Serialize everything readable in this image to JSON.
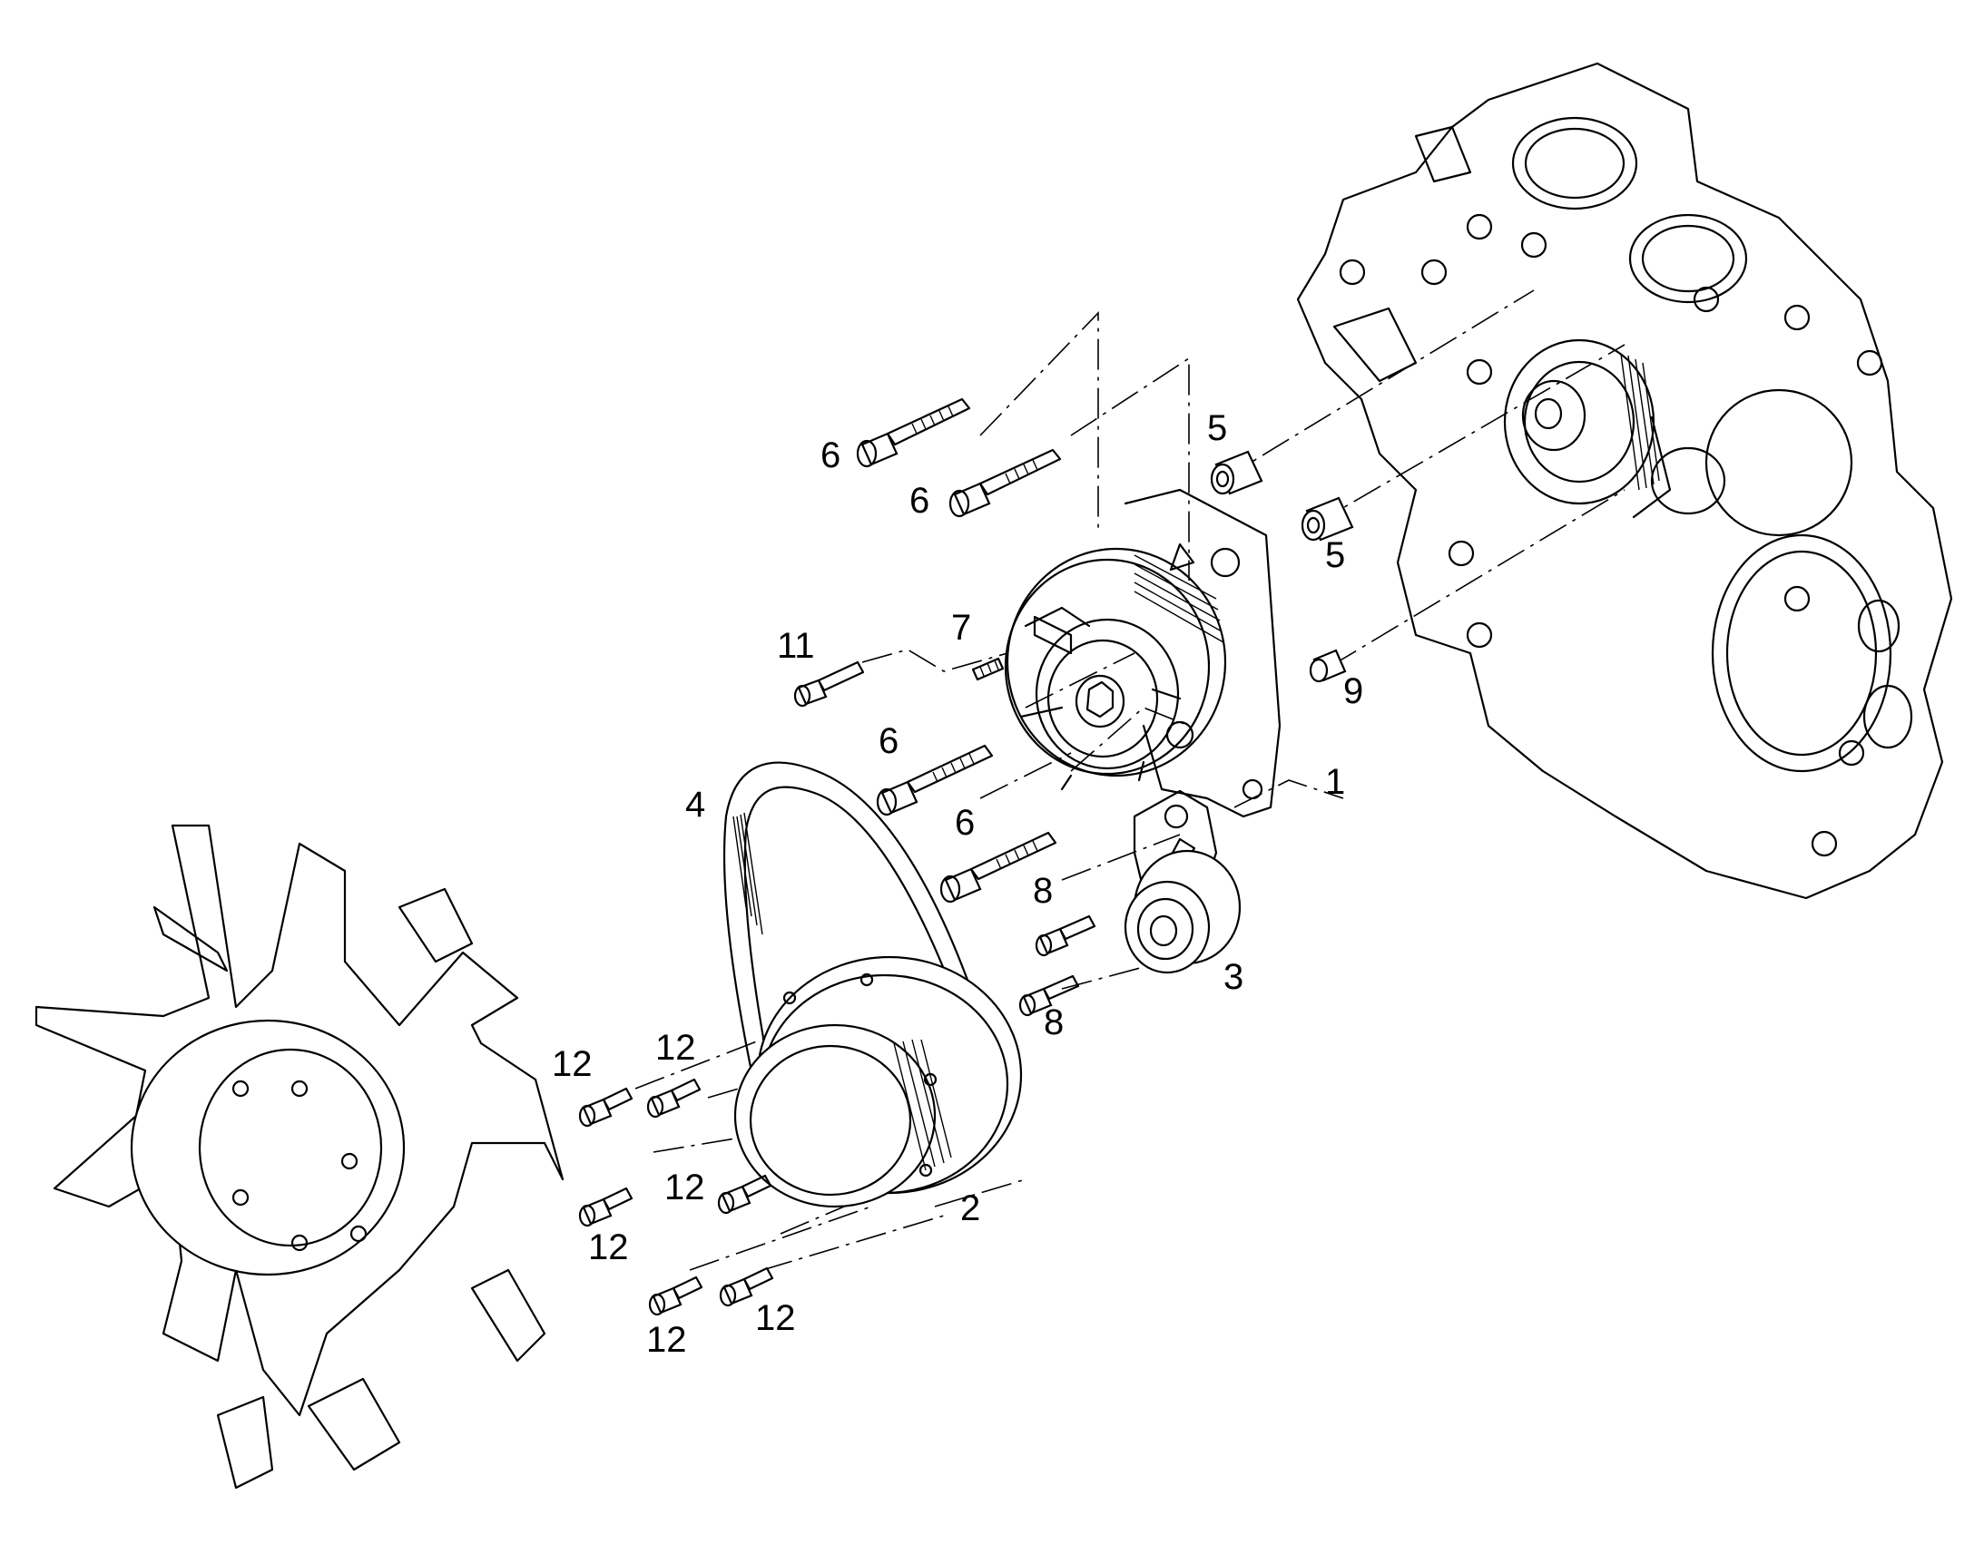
{
  "diagram": {
    "callouts": [
      {
        "id": "c6a",
        "text": "6"
      },
      {
        "id": "c6b",
        "text": "6"
      },
      {
        "id": "c5a",
        "text": "5"
      },
      {
        "id": "c5b",
        "text": "5"
      },
      {
        "id": "c7",
        "text": "7"
      },
      {
        "id": "c11",
        "text": "11"
      },
      {
        "id": "c9",
        "text": "9"
      },
      {
        "id": "c6c",
        "text": "6"
      },
      {
        "id": "c1",
        "text": "1"
      },
      {
        "id": "c4",
        "text": "4"
      },
      {
        "id": "c6d",
        "text": "6"
      },
      {
        "id": "c8a",
        "text": "8"
      },
      {
        "id": "c3",
        "text": "3"
      },
      {
        "id": "c8b",
        "text": "8"
      },
      {
        "id": "c12a",
        "text": "12"
      },
      {
        "id": "c12b",
        "text": "12"
      },
      {
        "id": "c12c",
        "text": "12"
      },
      {
        "id": "c12d",
        "text": "12"
      },
      {
        "id": "c2",
        "text": "2"
      },
      {
        "id": "c12e",
        "text": "12"
      },
      {
        "id": "c12f",
        "text": "12"
      }
    ]
  }
}
